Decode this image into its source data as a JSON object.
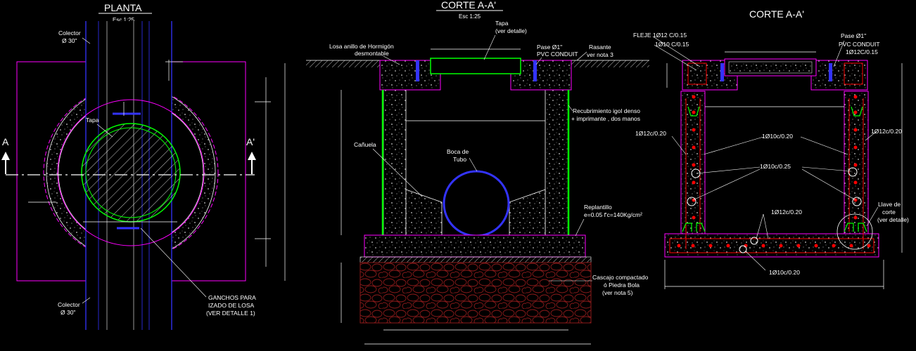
{
  "views": {
    "planta": {
      "title": "PLANTA",
      "scale": "Esc 1:25"
    },
    "corte1": {
      "title": "CORTE A-A'",
      "scale": "Esc 1:25"
    },
    "corte2": {
      "title": "CORTE A-A'"
    }
  },
  "planta_labels": {
    "colector_top_1": "Colector",
    "colector_top_2": "Ø 30\"",
    "tapa": "Tapa",
    "section_a_left": "A",
    "section_a_right": "A'",
    "ganchos_1": "GANCHOS PARA",
    "ganchos_2": "IZADO DE LOSA",
    "ganchos_3": "(VER DETALLE 1)",
    "colector_bottom_1": "Colector",
    "colector_bottom_2": "Ø 30\""
  },
  "corte1_labels": {
    "tapa_1": "Tapa",
    "tapa_2": "(ver detalle)",
    "losa_1": "Losa anillo de Hormigón",
    "losa_2": "desmontable",
    "pase_1": "Pase Ø1\"",
    "pase_2": "PVC CONDUIT",
    "rasante_1": "Rasante",
    "rasante_2": "ver nota 3",
    "recub_1": "Recubrimiento igol denso",
    "recub_2": "+ imprimante , dos manos",
    "canuela": "Cañuela",
    "boca_1": "Boca de",
    "boca_2": "Tubo",
    "replantillo_1": "Replantillo",
    "replantillo_2": "e=0.05 f'c=140Kg/cm²",
    "cascajo_1": "Cascajo compactado",
    "cascajo_2": "ó Piedra Bola",
    "cascajo_3": "(ver nota 5)"
  },
  "corte2_labels": {
    "fleje": "FLEJE 1Ø12 C/0.15",
    "top_bar": "1Ø10 C/0.15",
    "pase_1": "Pase Ø1\"",
    "pase_2": "PVC CONDUIT",
    "pase_3": "1Ø12C/0.15",
    "left_bar": "1Ø12c/0.20",
    "right_bar": "1Ø12c/0.20",
    "mid_bar_1": "1Ø10c/0.20",
    "mid_bar_2": "1Ø10c/0.25",
    "bottom_bar_1": "1Ø12c/0.20",
    "bottom_bar_2": "1Ø10c/0.20",
    "llave_1": "Llave de",
    "llave_2": "corte",
    "llave_3": "(ver detalle)"
  },
  "colors": {
    "magenta": "#ff00ff",
    "blue": "#3333ff",
    "green": "#00ff00",
    "red": "#ff0000",
    "white": "#ffffff",
    "gray": "#9a9a9a",
    "dark_red": "#8b1a1a"
  }
}
